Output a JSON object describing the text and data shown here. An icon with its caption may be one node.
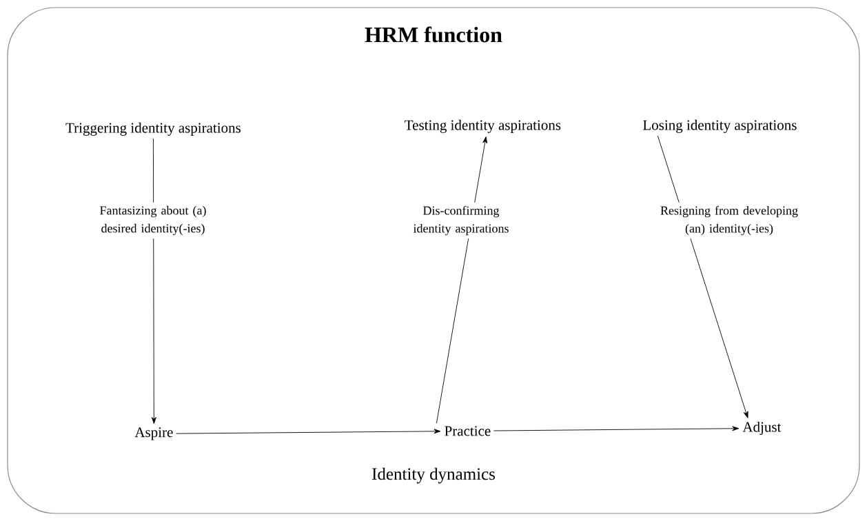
{
  "diagram": {
    "nodes": [
      {
        "text": [
          "HRM function",
          "Identity dynamics"
        ]
      },
      {
        "text": [
          "Triggering identity aspirations"
        ],
        "in": 0
      },
      {
        "text": [
          "Testing identity aspirations"
        ],
        "in": 0
      },
      {
        "text": [
          "Losing identity aspirations"
        ],
        "in": 0
      },
      {
        "text": [
          "Aspire"
        ],
        "in": 0
      },
      {
        "text": [
          "Practice"
        ],
        "in": 0
      },
      {
        "text": [
          "Adjust"
        ],
        "in": 0
      }
    ],
    "edges": [
      {
        "from": 1,
        "to": 4,
        "arrow": "to",
        "label": "Fantasizing about (a) desired identity(-ies)"
      },
      {
        "from": 5,
        "to": 2,
        "arrow": "to",
        "label": "Dis-confirming identity aspirations"
      },
      {
        "from": 3,
        "to": 6,
        "arrow": "to",
        "label": "Resigning from developing (an) identity(-ies)"
      },
      {
        "from": 4,
        "to": 5,
        "arrow": "to"
      },
      {
        "from": 5,
        "to": 6,
        "arrow": "to"
      }
    ]
  }
}
